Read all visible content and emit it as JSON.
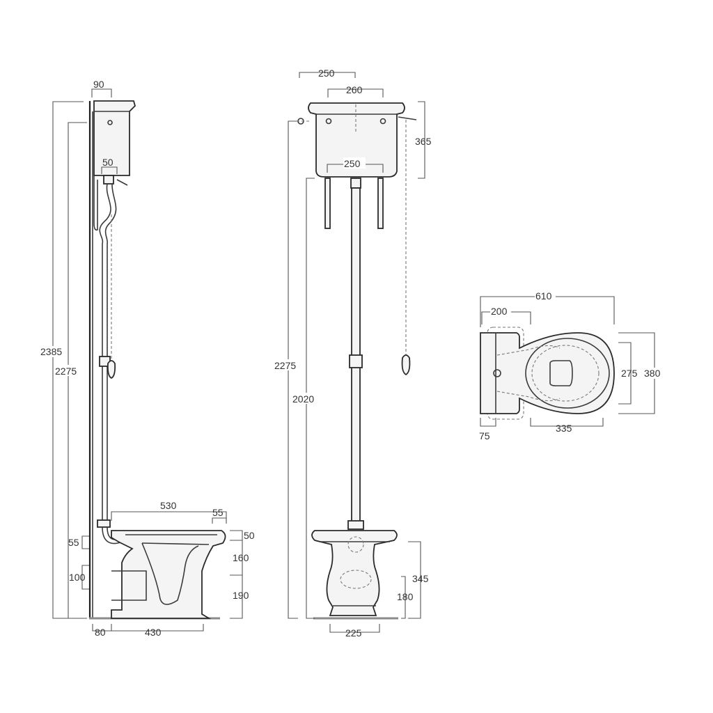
{
  "colors": {
    "line": "#3a3a3a",
    "dimension": "#555555",
    "fill": "#f4f4f4"
  },
  "side_view": {
    "dims": {
      "cistern_depth": "90",
      "pipe_offset": "50",
      "total_height": "2385",
      "cistern_bottom_height": "2275",
      "bowl_length": "530",
      "rim_overhang": "55",
      "rim_thickness": "50",
      "bowl_mid": "160",
      "bowl_base": "190",
      "outlet_offset": "55",
      "outlet_height": "100",
      "wall_gap": "80",
      "base_length": "430"
    }
  },
  "front_view": {
    "dims": {
      "cistern_width_outer": "250",
      "cistern_width_top": "260",
      "cistern_height": "365",
      "bracket_spacing": "250",
      "height_to_top": "2275",
      "height_to_bottom": "2020",
      "bowl_height": "345",
      "pan_height": "180",
      "base_width": "225"
    }
  },
  "plan_view": {
    "dims": {
      "total_length": "610",
      "tank_depth": "200",
      "inner_width": "275",
      "outer_width": "380",
      "tank_offset": "75",
      "bowl_length": "335"
    }
  }
}
